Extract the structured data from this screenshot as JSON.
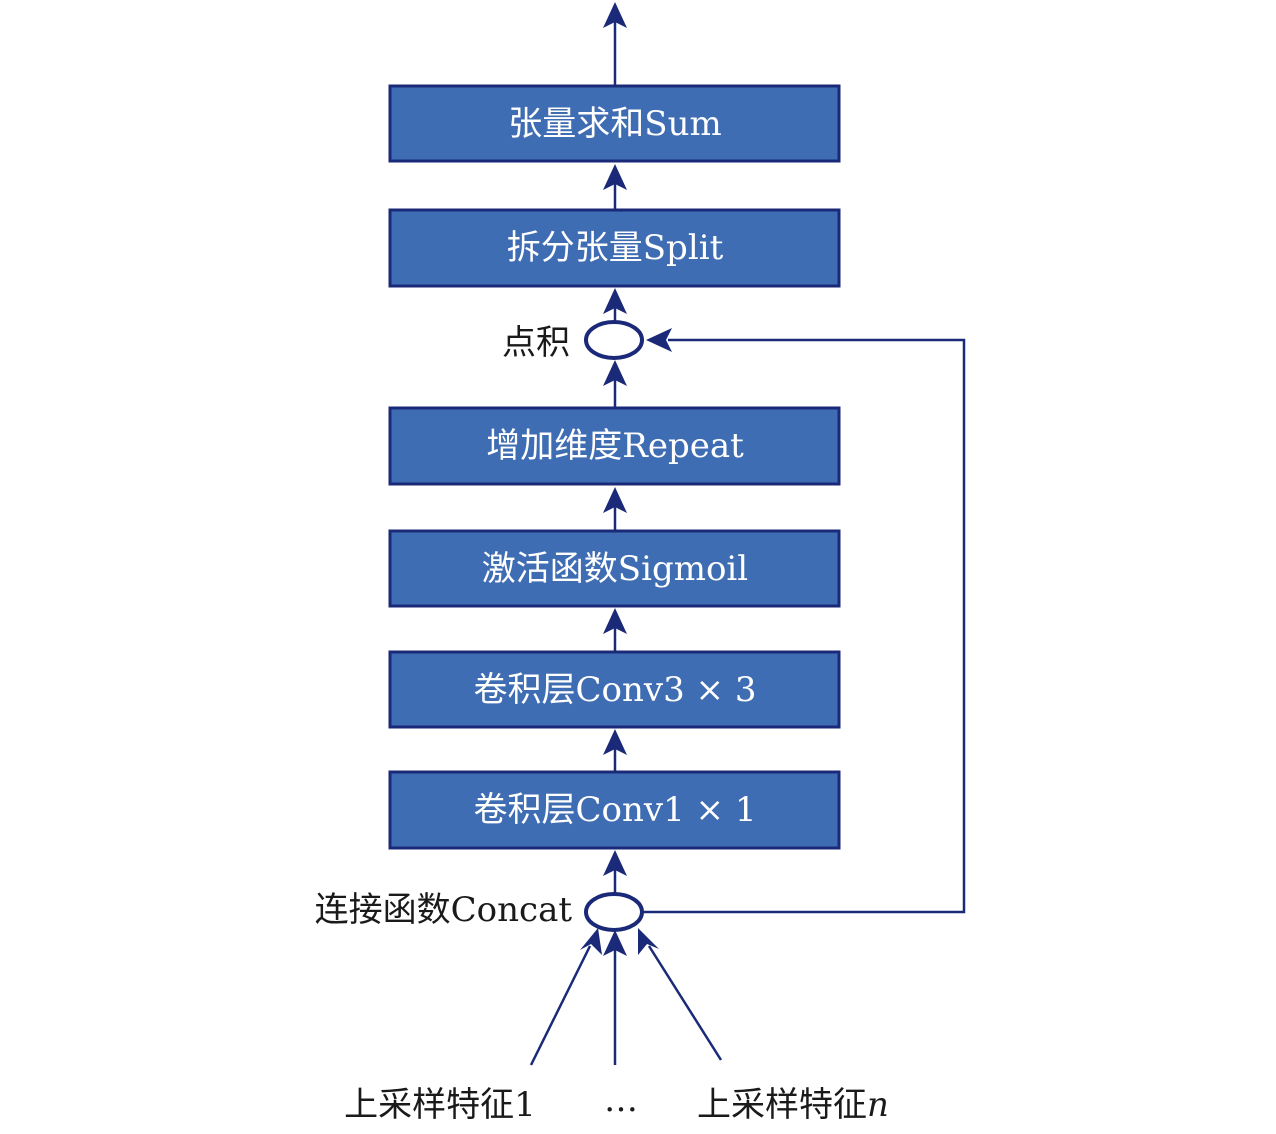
{
  "colors": {
    "box_fill": "#3f6db3",
    "box_stroke": "#1b2a78",
    "arrow": "#1b2a78",
    "box_text": "#ffffff",
    "label_text": "#1a1a1a"
  },
  "blocks": {
    "sum": "张量求和Sum",
    "split": "拆分张量Split",
    "repeat": "增加维度Repeat",
    "sigmoid": "激活函数Sigmoil",
    "conv3": "卷积层Conv3 × 3",
    "conv1": "卷积层Conv1 × 1"
  },
  "operators": {
    "dot_product": "点积",
    "concat": "连接函数Concat"
  },
  "inputs": {
    "first": "上采样特征1",
    "ellipsis": "…",
    "last_prefix": "上采样特征",
    "last_index": "n"
  }
}
